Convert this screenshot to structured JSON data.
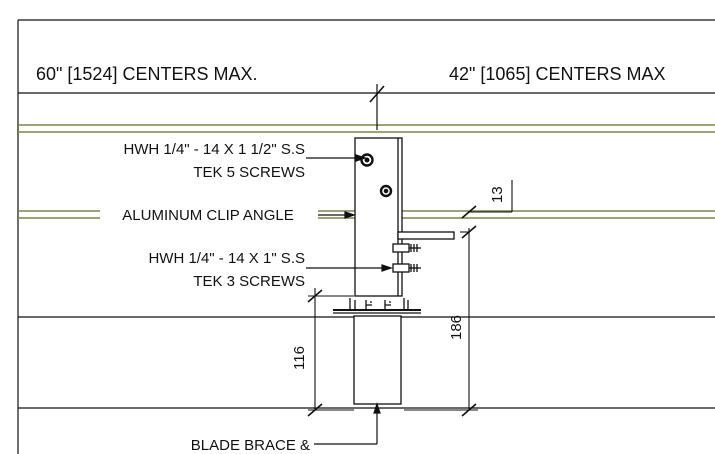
{
  "header": {
    "left_spacing": "60\" [1524] CENTERS MAX.",
    "right_spacing": "42\" [1065] CENTERS MAX"
  },
  "callouts": {
    "screws_large_line1": "HWH 1/4\" - 14 X 1 1/2\" S.S",
    "screws_large_line2": "TEK 5 SCREWS",
    "clip_angle": "ALUMINUM CLIP ANGLE",
    "screws_small_line1": "HWH 1/4\" - 14 X 1\" S.S",
    "screws_small_line2": "TEK 3 SCREWS",
    "blade_brace": "BLADE BRACE &"
  },
  "dimensions": {
    "clip_offset": "13",
    "overall_height": "186",
    "lower_height": "116"
  },
  "colors": {
    "linework": "#111111",
    "olive_lines": "#7f8448",
    "background": "#ffffff"
  }
}
